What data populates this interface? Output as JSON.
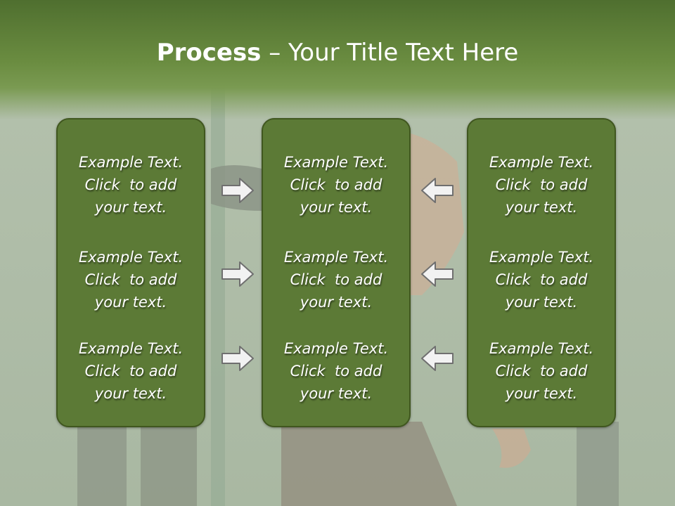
{
  "slide": {
    "title_bold": "Process",
    "title_rest": " – Your Title Text Here",
    "columns": [
      {
        "items": [
          {
            "line1": "Example Text.",
            "line2": "Click  to add",
            "line3": "your text."
          },
          {
            "line1": "Example Text.",
            "line2": "Click  to add",
            "line3": "your text."
          },
          {
            "line1": "Example Text.",
            "line2": "Click  to add",
            "line3": "your text."
          }
        ]
      },
      {
        "items": [
          {
            "line1": "Example Text.",
            "line2": "Click  to add",
            "line3": "your text."
          },
          {
            "line1": "Example Text.",
            "line2": "Click  to add",
            "line3": "your text."
          },
          {
            "line1": "Example Text.",
            "line2": "Click  to add",
            "line3": "your text."
          }
        ]
      },
      {
        "items": [
          {
            "line1": "Example Text.",
            "line2": "Click  to add",
            "line3": "your text."
          },
          {
            "line1": "Example Text.",
            "line2": "Click  to add",
            "line3": "your text."
          },
          {
            "line1": "Example Text.",
            "line2": "Click  to add",
            "line3": "your text."
          }
        ]
      }
    ],
    "arrows": {
      "left_column": "right-arrow-icon",
      "right_column": "left-arrow-icon"
    },
    "colors": {
      "header": "#5f8038",
      "panel_fill": "#5c7a36",
      "panel_border": "#40571f",
      "background": "#aebba6"
    }
  }
}
